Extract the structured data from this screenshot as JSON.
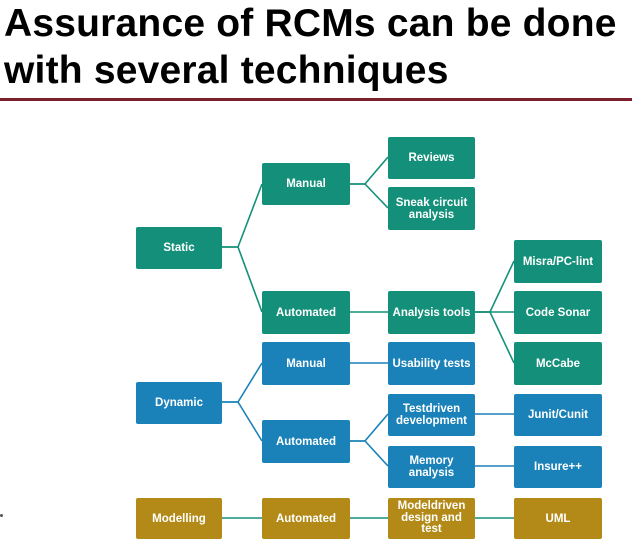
{
  "title": "Assurance of RCMs can be done with several techniques",
  "colors": {
    "static": "#14907a",
    "dynamic": "#1a82b8",
    "modelling": "#b38a17",
    "title_rule": "#7a1f2b"
  },
  "nodes": {
    "static": "Static",
    "static_manual": "Manual",
    "reviews": "Reviews",
    "sneak_circuit": "Sneak circuit analysis",
    "static_automated": "Automated",
    "analysis_tools": "Analysis tools",
    "misra": "Misra/PC-lint",
    "code_sonar": "Code Sonar",
    "mccabe": "McCabe",
    "dynamic": "Dynamic",
    "dynamic_manual": "Manual",
    "usability_tests": "Usability tests",
    "dynamic_automated": "Automated",
    "testdriven": "Testdriven development",
    "junit": "Junit/Cunit",
    "memory_analysis": "Memory analysis",
    "insure": "Insure++",
    "modelling": "Modelling",
    "modelling_automated": "Automated",
    "modeldriven": "Modeldriven design and test",
    "uml": "UML"
  }
}
